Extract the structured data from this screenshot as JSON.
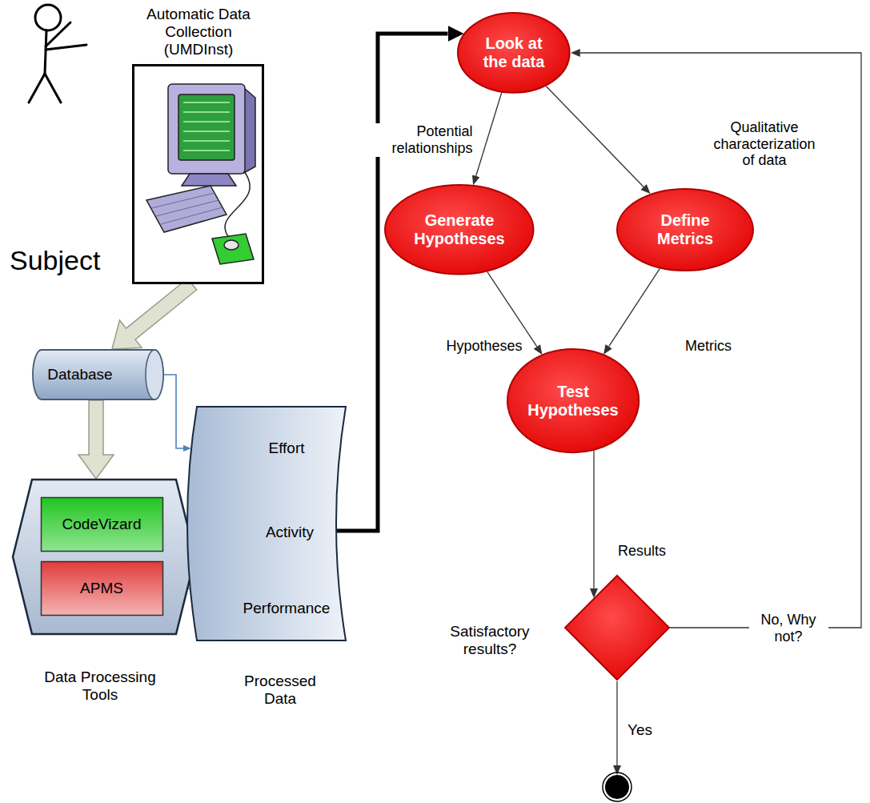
{
  "diagram": {
    "nodes": [
      {
        "text": [
          "Automatic Data Collection (UMDInst)"
        ]
      },
      {
        "text": [
          "Database"
        ]
      },
      {
        "text": [
          "Data Processing Tools"
        ]
      },
      {
        "text": [
          "CodeVizard"
        ],
        "in": 2
      },
      {
        "text": [
          "APMS"
        ],
        "in": 2
      },
      {
        "text": [
          "Effort",
          "Activity",
          "Performance",
          "Processed Data"
        ]
      },
      {
        "text": [
          "Look at the data"
        ]
      },
      {
        "text": [
          "Generate Hypotheses"
        ]
      },
      {
        "text": [
          "Define Metrics"
        ]
      },
      {
        "text": [
          "Test Hypotheses"
        ]
      },
      {
        "text": [
          "Satisfactory results?"
        ]
      }
    ],
    "edges": [
      {
        "from": 0,
        "to": 1,
        "arrow": "to"
      },
      {
        "from": 1,
        "to": 2,
        "arrow": "to"
      },
      {
        "from": 1,
        "to": 5,
        "arrow": "to"
      },
      {
        "from": 3,
        "to": 5,
        "arrow": "to"
      },
      {
        "from": 4,
        "to": 5,
        "arrow": "to"
      },
      {
        "from": 5,
        "to": 6,
        "arrow": "to"
      },
      {
        "from": 6,
        "to": 7,
        "label": "Potential relationships",
        "arrow": "to"
      },
      {
        "from": 6,
        "to": 8,
        "label": "Qualitative characterization of data",
        "arrow": "to"
      },
      {
        "from": 7,
        "to": 9,
        "label": "Hypotheses",
        "arrow": "to"
      },
      {
        "from": 8,
        "to": 9,
        "label": "Metrics",
        "arrow": "to"
      },
      {
        "from": 9,
        "to": 10,
        "label": "Results",
        "arrow": "to"
      },
      {
        "from": 10,
        "to": 6,
        "label": "No, Why not?",
        "arrow": "to"
      }
    ],
    "labels": [
      "Subject",
      "Yes"
    ]
  }
}
